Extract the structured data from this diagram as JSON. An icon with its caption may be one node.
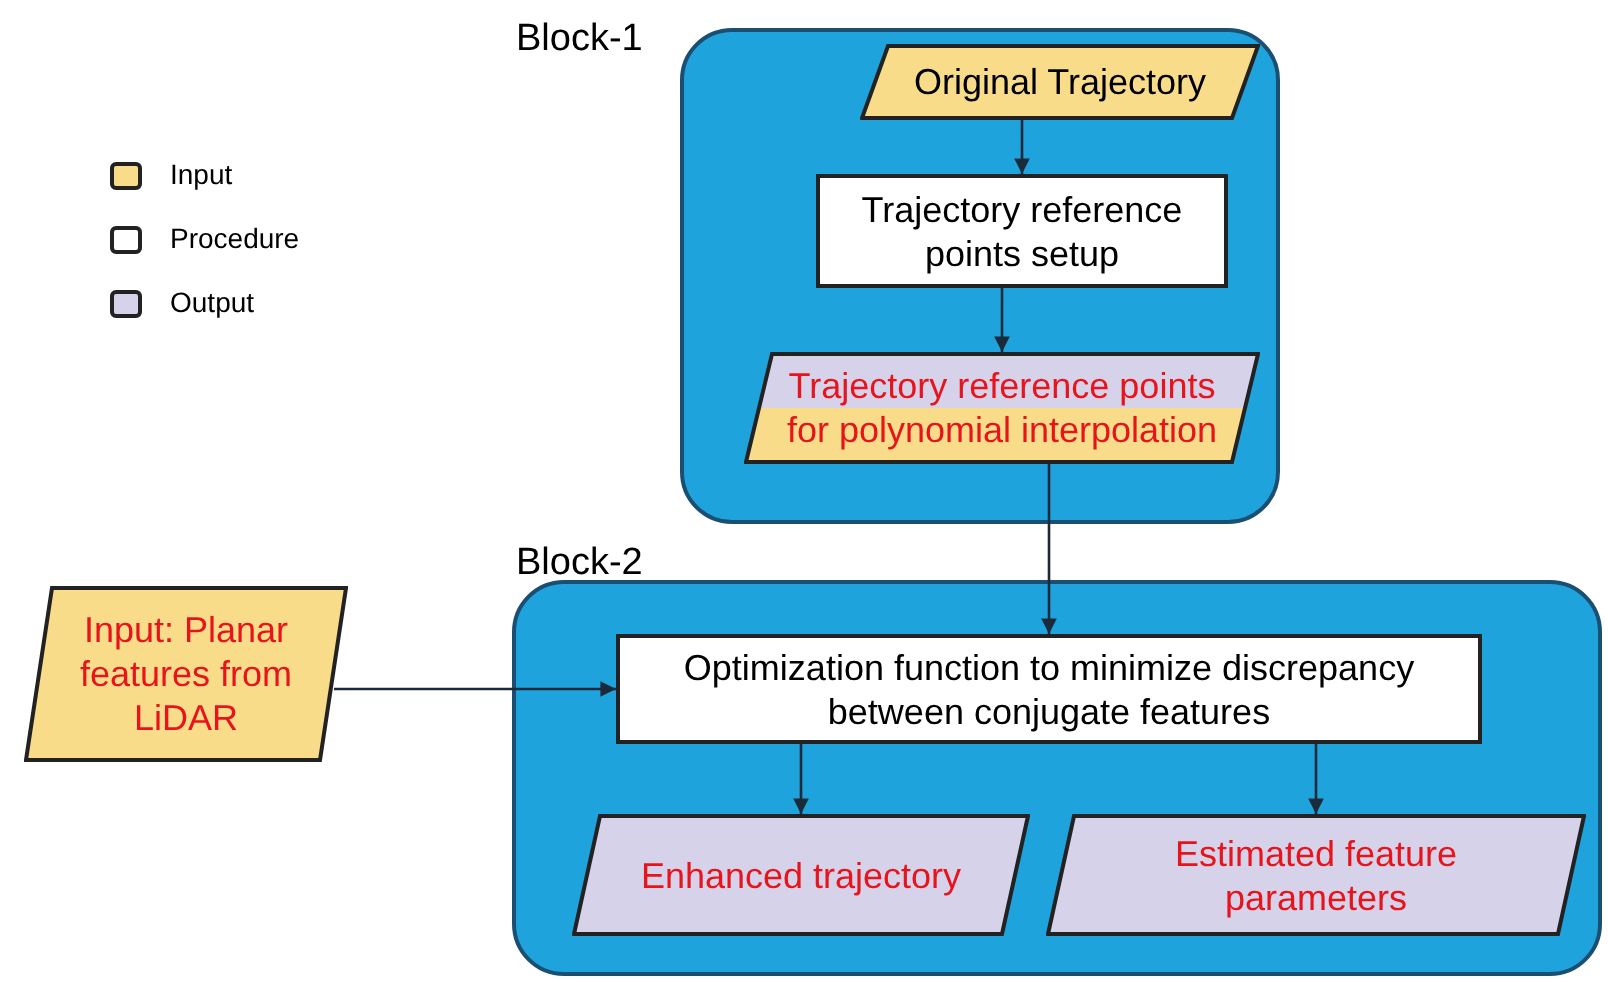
{
  "diagram": {
    "nodes": [
      {
        "text": [
          "Block-1"
        ]
      },
      {
        "text": [
          "Original Trajectory"
        ],
        "in": 0
      },
      {
        "text": [
          "Trajectory reference points setup"
        ],
        "in": 0
      },
      {
        "text": [
          "Trajectory reference points for polynomial interpolation"
        ],
        "in": 0
      },
      {
        "text": [
          "Block-2"
        ]
      },
      {
        "text": [
          "Input: Planar features from LiDAR"
        ]
      },
      {
        "text": [
          "Optimization function to minimize discrepancy between conjugate features"
        ],
        "in": 4
      },
      {
        "text": [
          "Enhanced trajectory"
        ],
        "in": 4
      },
      {
        "text": [
          "Estimated feature parameters"
        ],
        "in": 4
      }
    ],
    "edges": [
      {
        "from": 1,
        "to": 2,
        "arrow": "to"
      },
      {
        "from": 2,
        "to": 3,
        "arrow": "to"
      },
      {
        "from": 3,
        "to": 6,
        "arrow": "to"
      },
      {
        "from": 5,
        "to": 6,
        "arrow": "to"
      },
      {
        "from": 6,
        "to": 7,
        "arrow": "to"
      },
      {
        "from": 6,
        "to": 8,
        "arrow": "to"
      }
    ],
    "legend": [
      {
        "text": "Input",
        "color": "#f8dc8a"
      },
      {
        "text": "Procedure",
        "color": "#ffffff"
      },
      {
        "text": "Output",
        "color": "#d5d2e9"
      }
    ]
  }
}
